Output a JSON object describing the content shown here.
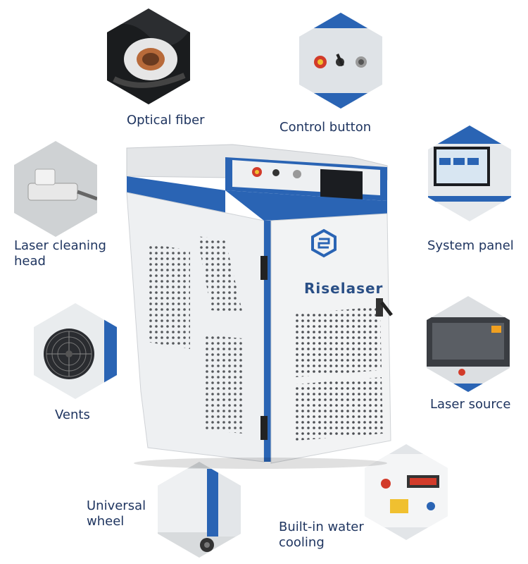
{
  "brand": {
    "name": "Riselaser",
    "color": "#2a64b4"
  },
  "colors": {
    "label": "#1f3560",
    "accent_blue": "#2a64b4",
    "panel": "#eef0f2"
  },
  "features": [
    {
      "id": "optical-fiber",
      "label": "Optical fiber"
    },
    {
      "id": "control-button",
      "label": "Control button"
    },
    {
      "id": "laser-cleaning-head",
      "label": "Laser cleaning\nhead"
    },
    {
      "id": "system-panel",
      "label": "System panel"
    },
    {
      "id": "vents",
      "label": "Vents"
    },
    {
      "id": "laser-source",
      "label": "Laser source"
    },
    {
      "id": "universal-wheel",
      "label": "Universal\nwheel"
    },
    {
      "id": "built-in-water-cooling",
      "label": "Built-in water\ncooling"
    }
  ]
}
